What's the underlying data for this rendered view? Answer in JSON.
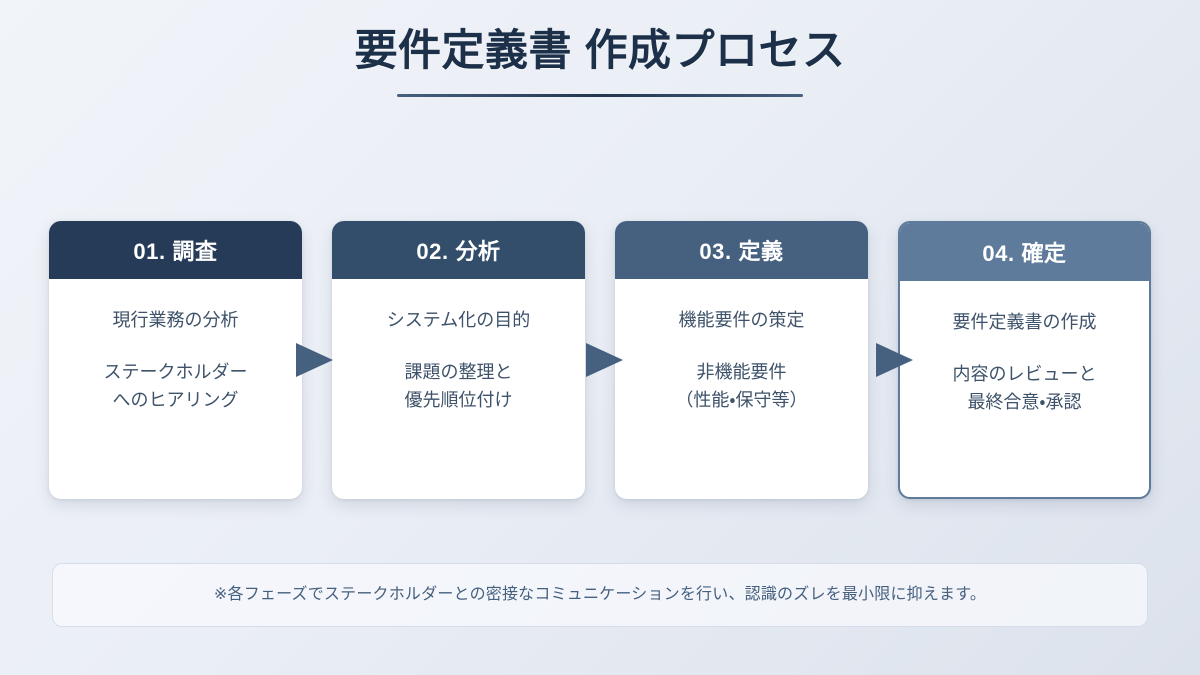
{
  "title": {
    "text": "要件定義書 作成プロセス",
    "underline_color": "#22364F"
  },
  "theme": {
    "background_from": "#F1F4F9",
    "background_to": "#DCE2EC",
    "title_color": "#1D3049",
    "body_text_color": "#3E5269",
    "arrow_color": "#466080",
    "note_text_color": "#46607F"
  },
  "cards": [
    {
      "header": "01. 調査",
      "header_color": "#253B57",
      "lines": [
        "現行業務の分析",
        "ステークホルダー\nへのヒアリング"
      ],
      "outlined": false
    },
    {
      "header": "02. 分析",
      "header_color": "#334E6B",
      "lines": [
        "システム化の目的",
        "課題の整理と\n優先順位付け"
      ],
      "outlined": false
    },
    {
      "header": "03. 定義",
      "header_color": "#466080",
      "lines": [
        "機能要件の策定",
        "非機能要件\n（性能・保守等）"
      ],
      "outlined": false
    },
    {
      "header": "04. 確定",
      "header_color": "#5F7B9B",
      "lines": [
        "要件定義書の作成",
        "内容のレビューと\n最終合意・承認"
      ],
      "outlined": true
    }
  ],
  "arrows": [
    {
      "name": "arrow-step-1-to-2"
    },
    {
      "name": "arrow-step-2-to-3"
    },
    {
      "name": "arrow-step-3-to-4"
    }
  ],
  "note": {
    "text": "※各フェーズでステークホルダーとの密接なコミュニケーションを行い、認識のズレを最小限に抑えます。"
  }
}
